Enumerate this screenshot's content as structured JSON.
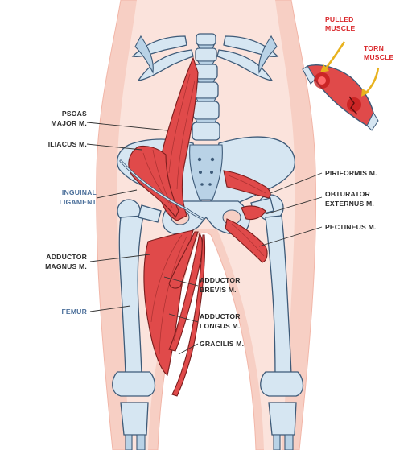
{
  "labels": {
    "psoas_1": "PSOAS",
    "psoas_2": "MAJOR M.",
    "iliacus": "ILIACUS M.",
    "inguinal_1": "INGUINAL",
    "inguinal_2": "LIGAMENT",
    "adductor_magnus_1": "ADDUCTOR",
    "adductor_magnus_2": "MAGNUS M.",
    "femur": "FEMUR",
    "piriformis": "PIRIFORMIS M.",
    "obturator_1": "OBTURATOR",
    "obturator_2": "EXTERNUS M.",
    "pectineus": "PECTINEUS M.",
    "adductor_brevis_1": "ADDUCTOR",
    "adductor_brevis_2": "BREVIS M.",
    "adductor_longus_1": "ADDUCTOR",
    "adductor_longus_2": "LONGUS M.",
    "gracilis": "GRACILIS M."
  },
  "inset": {
    "pulled_1": "PULLED",
    "pulled_2": "MUSCLE",
    "torn_1": "TORN",
    "torn_2": "MUSCLE"
  },
  "colors": {
    "skin": "#f7cfc4",
    "bone": "#d6e6f2",
    "muscle": "#e04a4a",
    "label_dark": "#2b2b2b",
    "label_blue": "#4b6f9a",
    "label_red": "#d9262a",
    "arrow": "#e8b21e"
  }
}
